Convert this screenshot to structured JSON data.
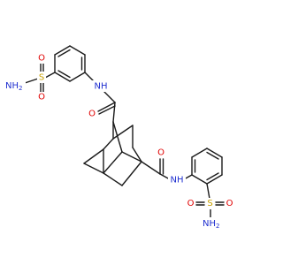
{
  "diagram": {
    "type": "chemical-structure",
    "colors": {
      "bond": "#1a1a1a",
      "N": "#2030d0",
      "O": "#e00000",
      "S": "#c8a000",
      "H": "#1a1a1a"
    },
    "labels": {
      "nh2_top": "NH",
      "nh2_top_sub": "2",
      "s_top": "S",
      "o_top_a": "O",
      "o_top_b": "O",
      "nh_top": "NH",
      "o_amide_top": "O",
      "o_amide_bottom": "O",
      "nh_bottom": "NH",
      "s_bottom": "S",
      "o_bottom_a": "O",
      "o_bottom_b": "O",
      "nh2_bottom": "NH",
      "nh2_bottom_sub": "2"
    }
  }
}
